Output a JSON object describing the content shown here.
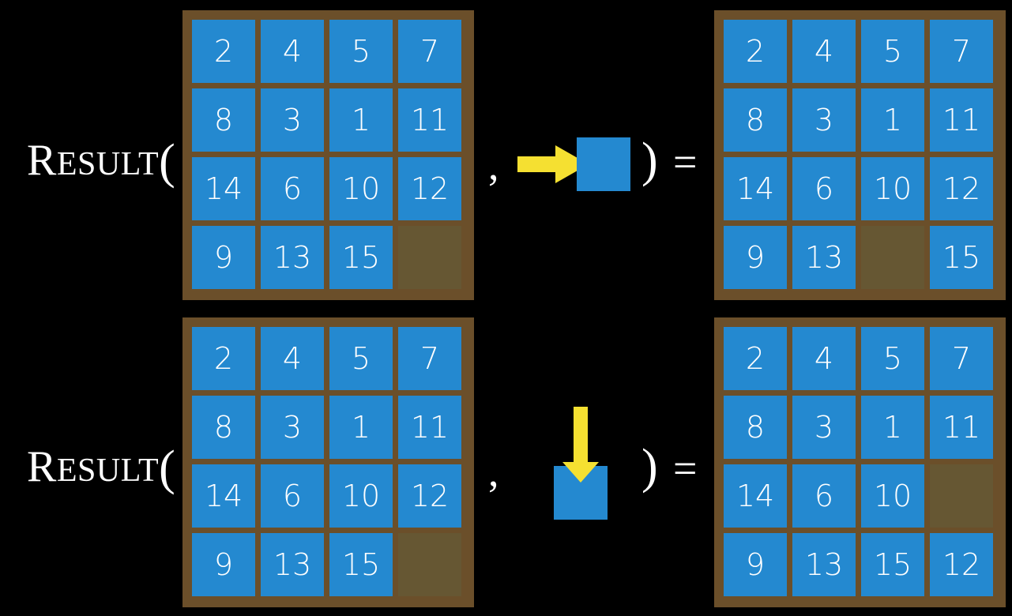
{
  "page": {
    "background_color": "#000000",
    "tile_color": "#2489d0",
    "board_color": "#6b4f2a",
    "empty_cell_color": "#665733",
    "arrow_color": "#f5e031",
    "text_color": "#ffffff"
  },
  "rows": [
    {
      "label": {
        "cap": "R",
        "rest": "ESULT",
        "paren": "("
      },
      "comma": ",",
      "rparen": ")",
      "equals": "=",
      "operation": {
        "direction": "right",
        "arrow_icon": "arrow-right-icon",
        "tile_label": ""
      },
      "input_board": {
        "grid": [
          [
            "2",
            "4",
            "5",
            "7"
          ],
          [
            "8",
            "3",
            "1",
            "11"
          ],
          [
            "14",
            "6",
            "10",
            "12"
          ],
          [
            "9",
            "13",
            "15",
            ""
          ]
        ]
      },
      "output_board": {
        "grid": [
          [
            "2",
            "4",
            "5",
            "7"
          ],
          [
            "8",
            "3",
            "1",
            "11"
          ],
          [
            "14",
            "6",
            "10",
            "12"
          ],
          [
            "9",
            "13",
            "",
            "15"
          ]
        ]
      }
    },
    {
      "label": {
        "cap": "R",
        "rest": "ESULT",
        "paren": "("
      },
      "comma": ",",
      "rparen": ")",
      "equals": "=",
      "operation": {
        "direction": "down",
        "arrow_icon": "arrow-down-icon",
        "tile_label": ""
      },
      "input_board": {
        "grid": [
          [
            "2",
            "4",
            "5",
            "7"
          ],
          [
            "8",
            "3",
            "1",
            "11"
          ],
          [
            "14",
            "6",
            "10",
            "12"
          ],
          [
            "9",
            "13",
            "15",
            ""
          ]
        ]
      },
      "output_board": {
        "grid": [
          [
            "2",
            "4",
            "5",
            "7"
          ],
          [
            "8",
            "3",
            "1",
            "11"
          ],
          [
            "14",
            "6",
            "10",
            ""
          ],
          [
            "9",
            "13",
            "15",
            "12"
          ]
        ]
      }
    }
  ]
}
